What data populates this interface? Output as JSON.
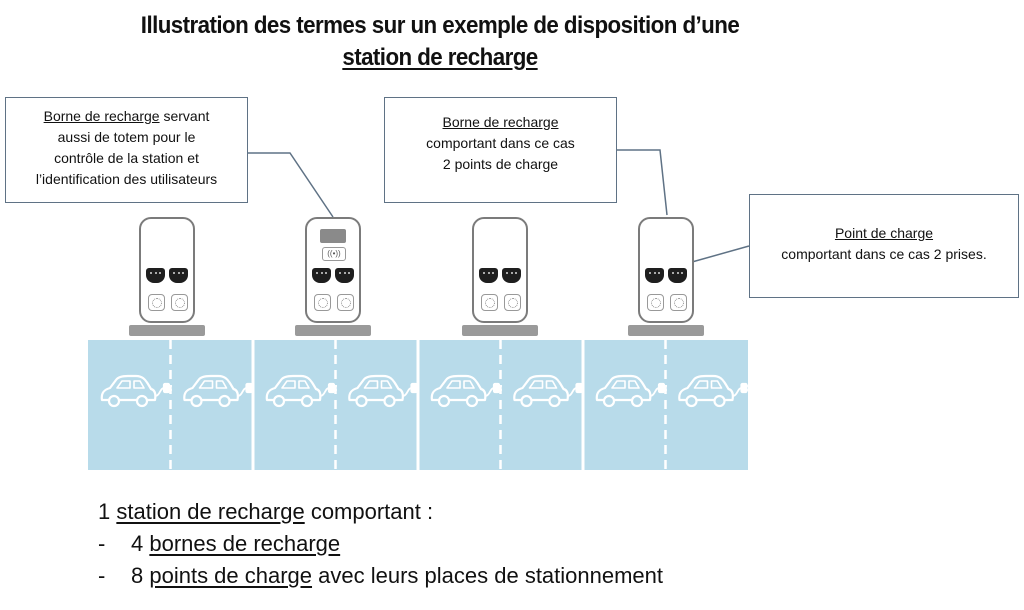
{
  "title": {
    "line1": "Illustration des termes sur un exemple de disposition d’une",
    "line2": "station de recharge"
  },
  "callouts": {
    "totem": {
      "term": "Borne de recharge",
      "rest_line1": " servant",
      "line2": "aussi de totem pour le",
      "line3": "contrôle de la station et",
      "line4": "l’identification des utilisateurs"
    },
    "borne": {
      "term": "Borne de recharge",
      "line2": "comportant dans ce cas",
      "line3": "2 points de charge"
    },
    "point": {
      "term": "Point de charge",
      "line2": "comportant dans ce cas 2 prises."
    }
  },
  "summary": {
    "line1_prefix": "1 ",
    "line1_term": "station de recharge",
    "line1_suffix": " comportant :",
    "item1_dash": "-",
    "item1_number": "4 ",
    "item1_term": "bornes de recharge",
    "item2_dash": "-",
    "item2_number": "8 ",
    "item2_term": "points de charge",
    "item2_suffix": " avec leurs places de stationnement"
  },
  "colors": {
    "parking_fill": "#b8dbea",
    "divider": "#ffffff",
    "car_outline": "#ffffff",
    "callout_border": "#5f7285",
    "charger_outline": "#7b7b7b"
  },
  "counts": {
    "chargers": 4,
    "parking_spots": 8
  },
  "icons": {
    "charger": "ev-charger-icon",
    "car": "electric-car-icon",
    "rfid": "rfid-reader-icon"
  }
}
